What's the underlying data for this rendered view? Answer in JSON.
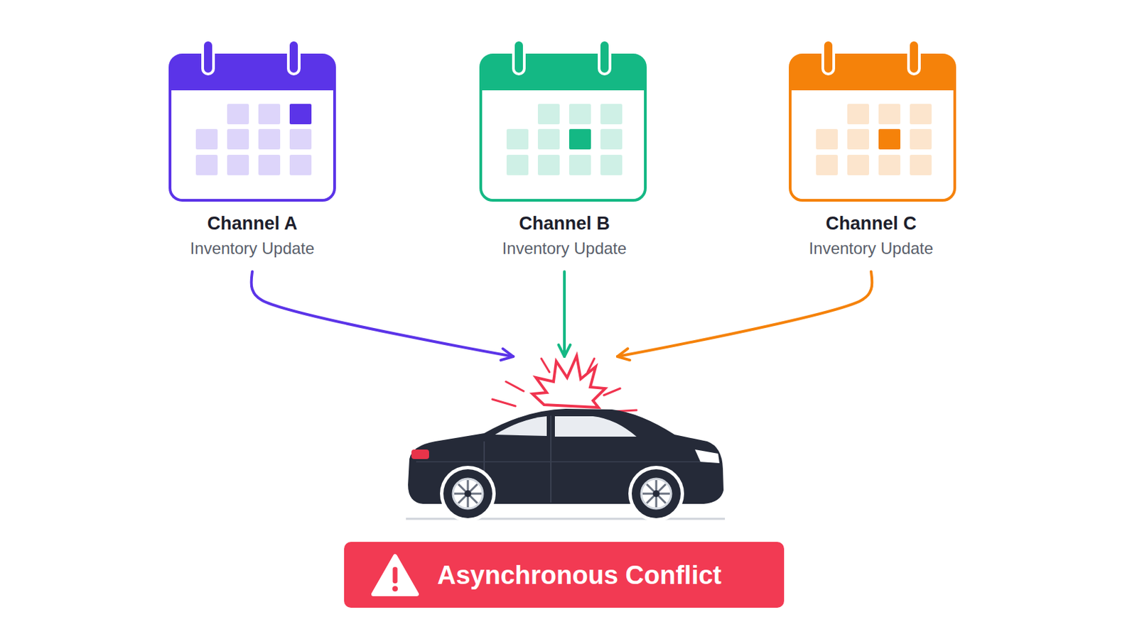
{
  "diagram": {
    "nodes": [
      {
        "text": [
          "Channel A",
          "Inventory Update"
        ]
      },
      {
        "text": [
          "Channel B",
          "Inventory Update"
        ]
      },
      {
        "text": [
          "Channel C",
          "Inventory Update"
        ]
      },
      {
        "text": [
          "Asynchronous Conflict"
        ]
      }
    ],
    "edges": [
      {
        "from": 0,
        "to": 3,
        "arrow": "to"
      },
      {
        "from": 1,
        "to": 3,
        "arrow": "to"
      },
      {
        "from": 2,
        "to": 3,
        "arrow": "to"
      }
    ]
  }
}
